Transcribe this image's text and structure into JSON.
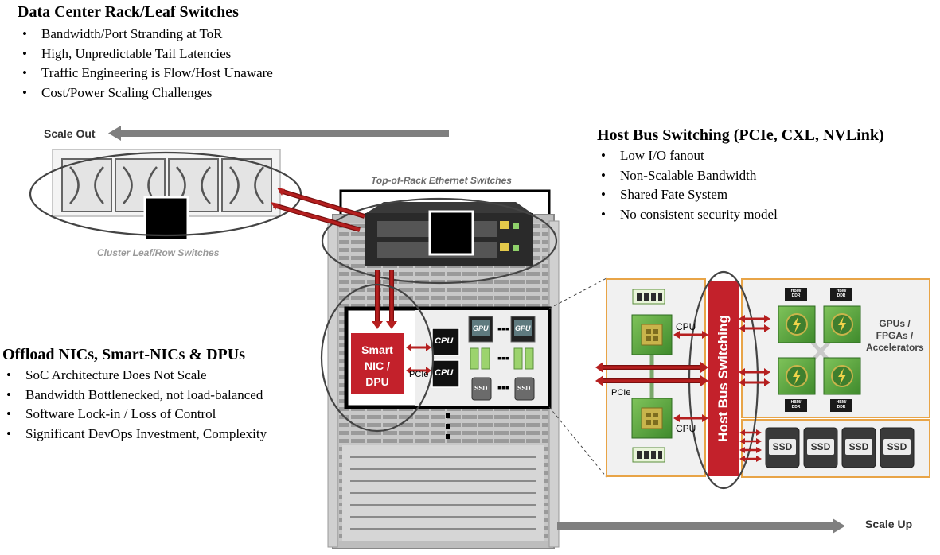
{
  "sections": {
    "dc": {
      "title": "Data Center Rack/Leaf Switches",
      "bullets": [
        "Bandwidth/Port Stranding at ToR",
        "High, Unpredictable Tail Latencies",
        "Traffic Engineering is Flow/Host Unaware",
        "Cost/Power Scaling Challenges"
      ]
    },
    "host": {
      "title": "Host Bus Switching (PCIe, CXL, NVLink)",
      "bullets": [
        "Low I/O fanout",
        "Non-Scalable Bandwidth",
        "Shared Fate System",
        "No consistent security model"
      ]
    },
    "nic": {
      "title": "Offload NICs, Smart-NICs & DPUs",
      "bullets": [
        "SoC Architecture Does Not Scale",
        "Bandwidth Bottlenecked, not load-balanced",
        "Software Lock-in / Loss of Control",
        "Significant DevOps Investment, Complexity"
      ]
    }
  },
  "labels": {
    "scale_out": "Scale Out",
    "scale_up": "Scale Up",
    "tor": "Top-of-Rack Ethernet Switches",
    "cluster": "Cluster Leaf/Row Switches",
    "smartnic": [
      "Smart",
      "NIC /",
      "DPU"
    ],
    "cpu": "CPU",
    "gpu": "GPU",
    "ssd": "SSD",
    "pcie": "PCIe",
    "host_bus_switching": "Host Bus Switching",
    "gpus_label": [
      "GPUs /",
      "FPGAs /",
      "Accelerators"
    ],
    "hbm": [
      "HBM/",
      "DDR"
    ]
  },
  "colors": {
    "red": "#b51f1f",
    "orange": "#e8a447",
    "gray_arrow": "#7f7f7f",
    "ellipse": "#444444"
  }
}
